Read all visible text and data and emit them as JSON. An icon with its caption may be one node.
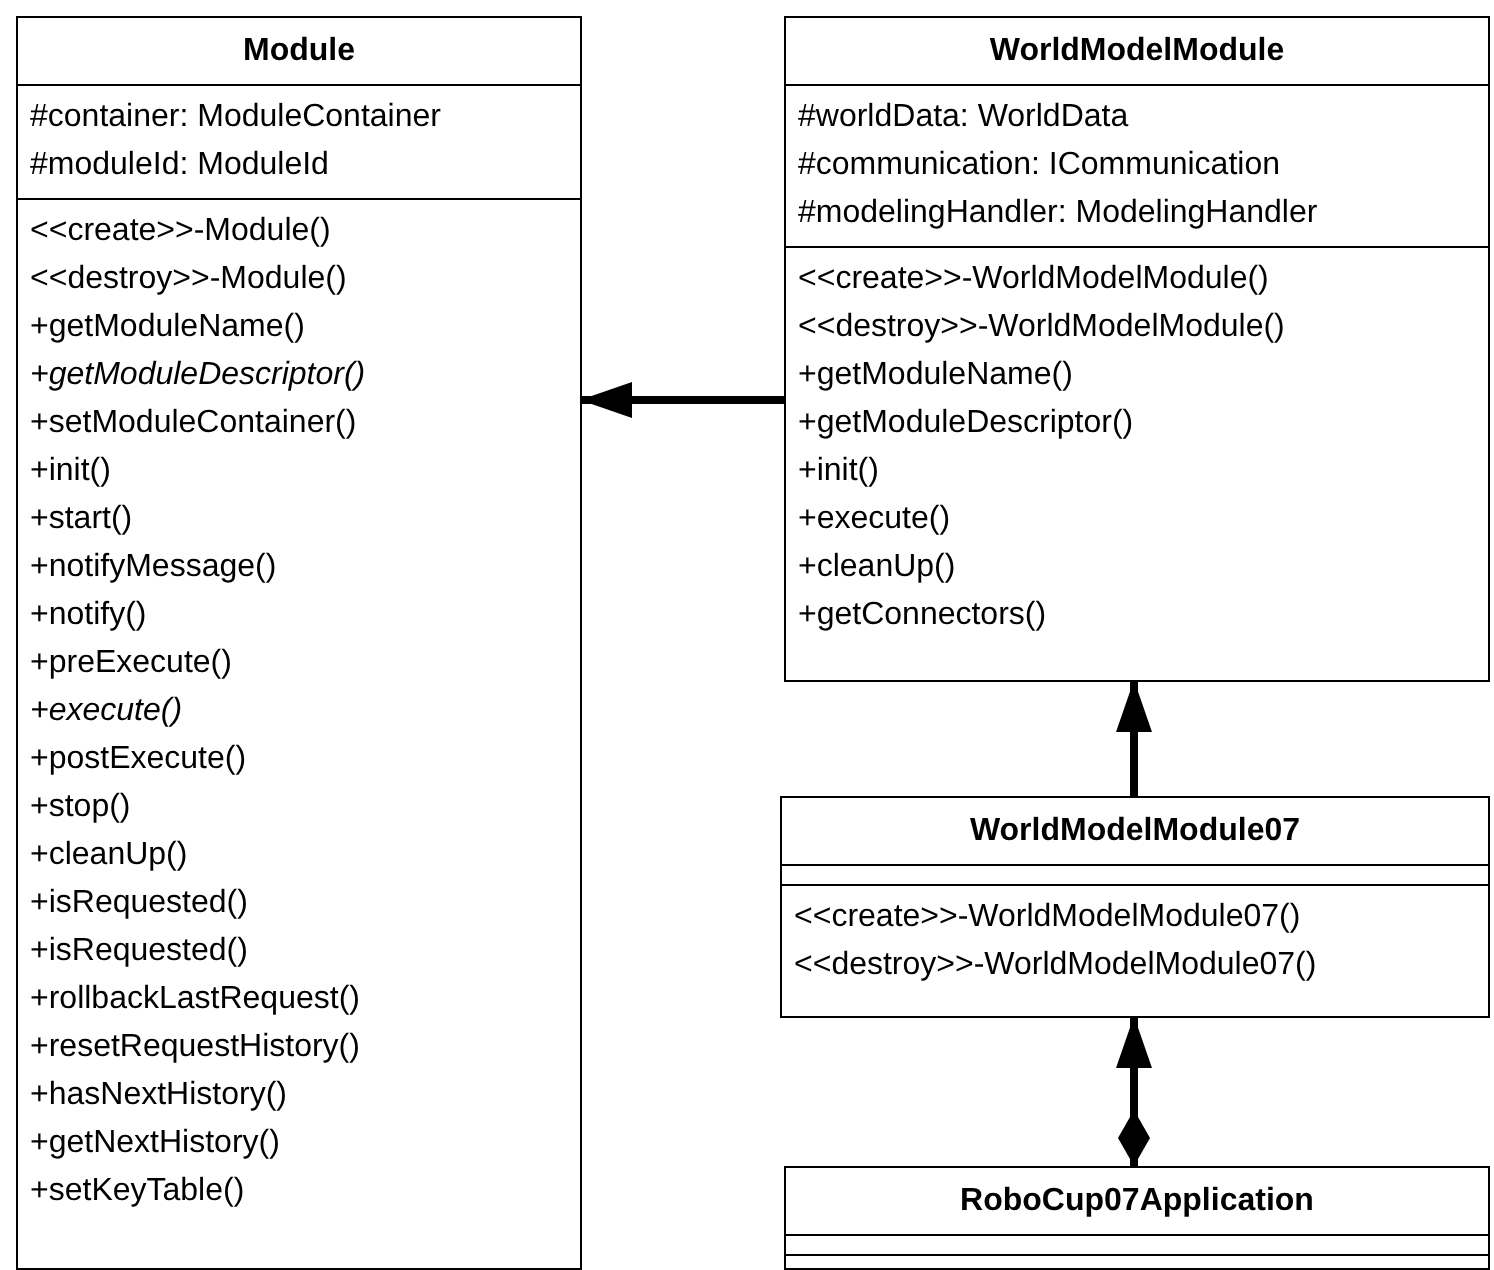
{
  "diagram": {
    "nodes": [
      {
        "text": [
          "Module"
        ]
      },
      {
        "text": [
          "#container: ModuleContainer",
          "#moduleId: ModuleId"
        ],
        "in": 0
      },
      {
        "text": [
          "<<create>>-Module()",
          "<<destroy>>-Module()",
          "+getModuleName()",
          "*+getModuleDescriptor()*",
          "+setModuleContainer()",
          "+init()",
          "+start()",
          "+notifyMessage()",
          "+notify()",
          "+preExecute()",
          "*+execute()*",
          "+postExecute()",
          "+stop()",
          "+cleanUp()",
          "+isRequested()",
          "+isRequested()",
          "+rollbackLastRequest()",
          "+resetRequestHistory()",
          "+hasNextHistory()",
          "+getNextHistory()",
          "+setKeyTable()"
        ],
        "in": 0
      },
      {
        "text": [
          "WorldModelModule"
        ]
      },
      {
        "text": [
          "#worldData: WorldData",
          "#communication: ICommunication",
          "#modelingHandler: ModelingHandler"
        ],
        "in": 3
      },
      {
        "text": [
          "<<create>>-WorldModelModule()",
          "<<destroy>>-WorldModelModule()",
          "+getModuleName()",
          "+getModuleDescriptor()",
          "+init()",
          "+execute()",
          "+cleanUp()",
          "+getConnectors()"
        ],
        "in": 3
      },
      {
        "text": [
          "WorldModelModule07"
        ]
      },
      {
        "text": [],
        "shape": "box",
        "in": 6
      },
      {
        "text": [
          "<<create>>-WorldModelModule07()",
          "<<destroy>>-WorldModelModule07()"
        ],
        "in": 6
      },
      {
        "text": [
          "RoboCup07Application"
        ]
      },
      {
        "text": [],
        "shape": "box",
        "in": 9
      },
      {
        "text": [],
        "shape": "box",
        "in": 9
      }
    ],
    "edges": [
      {
        "from": 3,
        "to": 0,
        "arrow": "to"
      },
      {
        "from": 6,
        "to": 3,
        "arrow": "to"
      },
      {
        "from": 9,
        "to": 6,
        "arrow": "to"
      }
    ]
  }
}
